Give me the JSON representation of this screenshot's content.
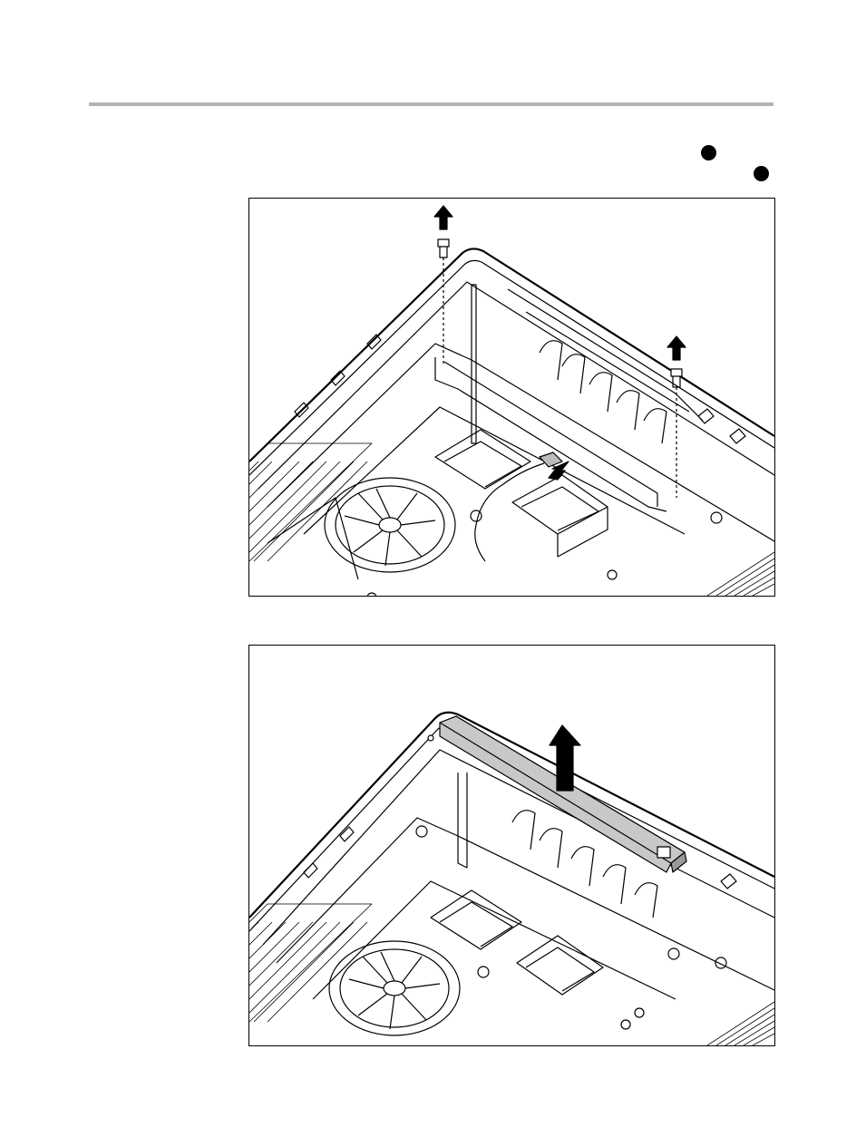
{
  "page": {
    "header_rule_color": "#b3b3b3",
    "callout_bullets": [
      "bullet-1",
      "bullet-2"
    ]
  },
  "figures": [
    {
      "id": "step-remove-screws",
      "icons": [
        "screw-icon",
        "up-arrow-icon",
        "connector-arrow-icon",
        "fan-icon"
      ]
    },
    {
      "id": "step-lift-board",
      "icons": [
        "up-arrow-icon",
        "fan-icon"
      ],
      "highlight_color": "#c8c8c8"
    }
  ]
}
